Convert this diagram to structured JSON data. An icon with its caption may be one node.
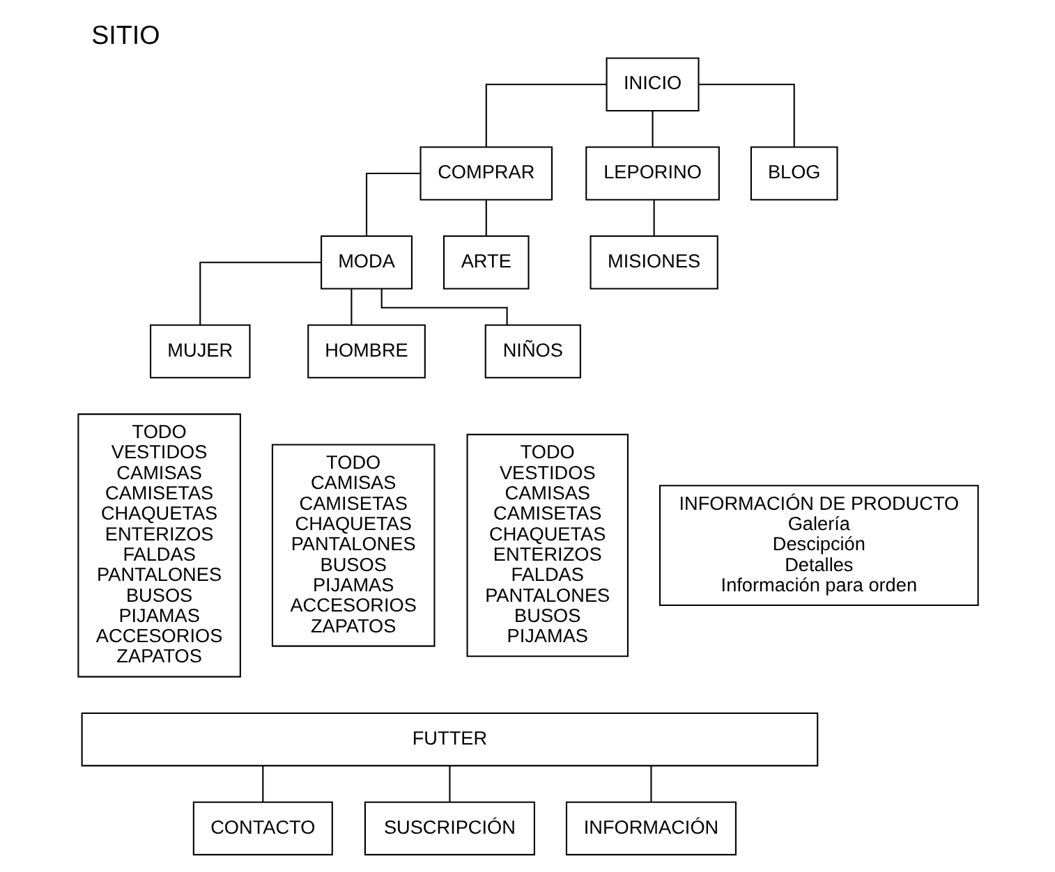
{
  "diagram": {
    "title": "SITIO",
    "nodes": [
      {
        "text": [
          "INICIO"
        ]
      },
      {
        "text": [
          "COMPRAR"
        ]
      },
      {
        "text": [
          "LEPORINO"
        ]
      },
      {
        "text": [
          "BLOG"
        ]
      },
      {
        "text": [
          "MODA"
        ]
      },
      {
        "text": [
          "ARTE"
        ]
      },
      {
        "text": [
          "MISIONES"
        ]
      },
      {
        "text": [
          "MUJER"
        ]
      },
      {
        "text": [
          "HOMBRE"
        ]
      },
      {
        "text": [
          "NIÑOS"
        ]
      },
      {
        "text": [
          "TODO",
          "VESTIDOS",
          "CAMISAS",
          "CAMISETAS",
          "CHAQUETAS",
          "ENTERIZOS",
          "FALDAS",
          "PANTALONES",
          "BUSOS",
          "PIJAMAS",
          "ACCESORIOS",
          "ZAPATOS"
        ]
      },
      {
        "text": [
          "TODO",
          "CAMISAS",
          "CAMISETAS",
          "CHAQUETAS",
          "PANTALONES",
          "BUSOS",
          "PIJAMAS",
          "ACCESORIOS",
          "ZAPATOS"
        ]
      },
      {
        "text": [
          "TODO",
          "VESTIDOS",
          "CAMISAS",
          "CAMISETAS",
          "CHAQUETAS",
          "ENTERIZOS",
          "FALDAS",
          "PANTALONES",
          "BUSOS",
          "PIJAMAS"
        ]
      },
      {
        "text": [
          "INFORMACIÓN DE PRODUCTO",
          "Galería",
          "Descipción",
          "Detalles",
          "Información para orden"
        ]
      },
      {
        "text": [
          "FUTTER"
        ]
      },
      {
        "text": [
          "CONTACTO"
        ]
      },
      {
        "text": [
          "SUSCRIPCIÓN"
        ]
      },
      {
        "text": [
          "INFORMACIÓN"
        ]
      }
    ],
    "edges": [
      {
        "from": 0,
        "to": 1,
        "arrow": "none"
      },
      {
        "from": 0,
        "to": 2,
        "arrow": "none"
      },
      {
        "from": 0,
        "to": 3,
        "arrow": "none"
      },
      {
        "from": 1,
        "to": 4,
        "arrow": "none"
      },
      {
        "from": 1,
        "to": 5,
        "arrow": "none"
      },
      {
        "from": 2,
        "to": 6,
        "arrow": "none"
      },
      {
        "from": 4,
        "to": 7,
        "arrow": "none"
      },
      {
        "from": 4,
        "to": 8,
        "arrow": "none"
      },
      {
        "from": 4,
        "to": 9,
        "arrow": "none"
      },
      {
        "from": 14,
        "to": 15,
        "arrow": "none"
      },
      {
        "from": 14,
        "to": 16,
        "arrow": "none"
      },
      {
        "from": 14,
        "to": 17,
        "arrow": "none"
      }
    ]
  }
}
